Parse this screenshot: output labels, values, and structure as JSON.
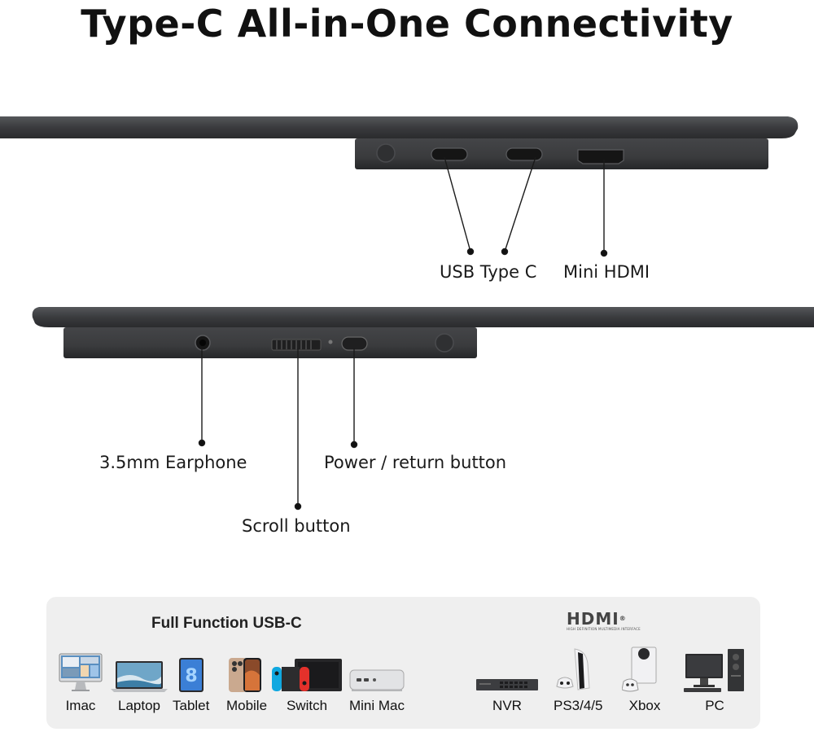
{
  "title": "Type-C All-in-One Connectivity",
  "callouts": {
    "usb_type_c": "USB Type C",
    "mini_hdmi": "Mini HDMI",
    "earphone": "3.5mm Earphone",
    "power_button": "Power / return button",
    "scroll_button": "Scroll button"
  },
  "compat_panel": {
    "usbc_heading": "Full Function USB-C",
    "hdmi_logo_text": "HDMI",
    "hdmi_logo_subtext": "HIGH DEFINITION MULTIMEDIA INTERFACE",
    "usbc_devices": [
      {
        "label": "Imac",
        "icon": "imac-icon"
      },
      {
        "label": "Laptop",
        "icon": "laptop-icon"
      },
      {
        "label": "Tablet",
        "icon": "tablet-icon"
      },
      {
        "label": "Mobile",
        "icon": "mobile-icon"
      },
      {
        "label": "Switch",
        "icon": "switch-console-icon"
      },
      {
        "label": "Mini Mac",
        "icon": "mini-mac-icon"
      }
    ],
    "hdmi_devices": [
      {
        "label": "NVR",
        "icon": "nvr-icon"
      },
      {
        "label": "PS3/4/5",
        "icon": "playstation-icon"
      },
      {
        "label": "Xbox",
        "icon": "xbox-icon"
      },
      {
        "label": "PC",
        "icon": "pc-icon"
      }
    ]
  },
  "colors": {
    "device_body": "#3a3b3d",
    "device_edge": "#2a2b2d",
    "panel_bg": "#efefef",
    "switch_red": "#e4312b",
    "switch_blue": "#10a8e0"
  }
}
